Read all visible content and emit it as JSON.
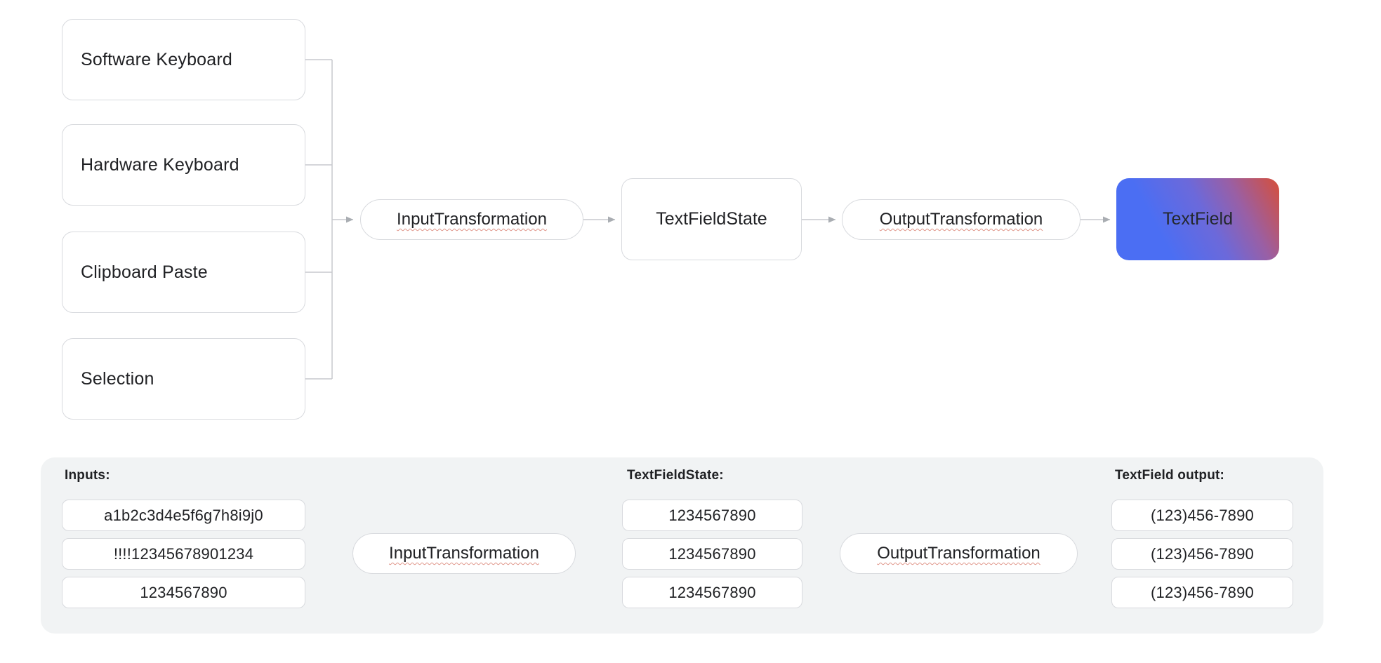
{
  "diagram": {
    "sources": [
      "Software Keyboard",
      "Hardware Keyboard",
      "Clipboard Paste",
      "Selection"
    ],
    "input_transformation_label": "InputTransformation",
    "state_label": "TextFieldState",
    "output_transformation_label": "OutputTransformation",
    "textfield_label": "TextField"
  },
  "example_panel": {
    "inputs_heading": "Inputs:",
    "input_values": [
      "a1b2c3d4e5f6g7h8i9j0",
      "!!!!12345678901234",
      "1234567890"
    ],
    "input_transformation_label": "InputTransformation",
    "state_heading": "TextFieldState:",
    "state_values": [
      "1234567890",
      "1234567890",
      "1234567890"
    ],
    "output_transformation_label": "OutputTransformation",
    "output_heading": "TextField output:",
    "output_values": [
      "(123)456-7890",
      "(123)456-7890",
      "(123)456-7890"
    ]
  },
  "colors": {
    "background": "#ffffff",
    "panel_background": "#f1f3f4",
    "node_border": "#d8dade",
    "connector_line": "#c7c9cd",
    "arrowhead": "#a9adb2",
    "text": "#202124",
    "squiggle_underline": "#e0968a",
    "textfield_gradient_start": "#4b6ef3",
    "textfield_gradient_mid": "#8b63bb",
    "textfield_gradient_end": "#cf5146"
  }
}
